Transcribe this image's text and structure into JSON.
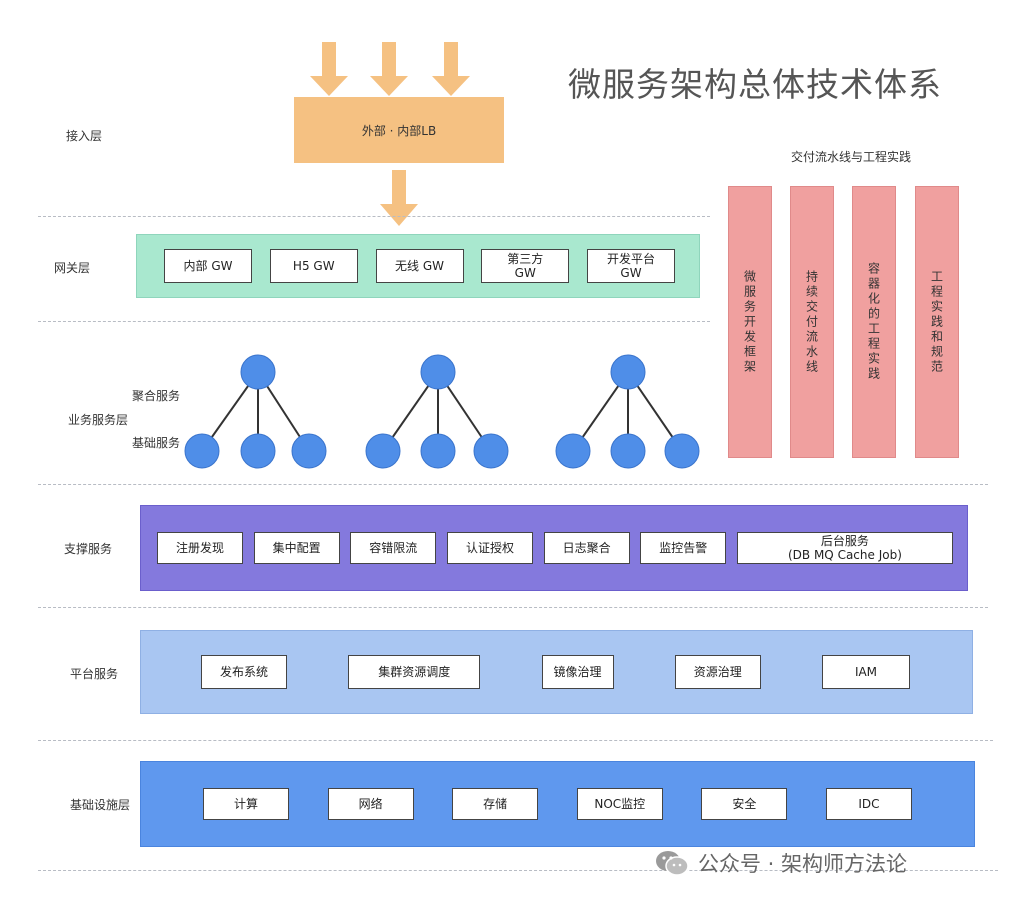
{
  "title": "微服务架构总体技术体系",
  "layers": {
    "access": "接入层",
    "gateway": "网关层",
    "business": "业务服务层",
    "support": "支撑服务",
    "platform": "平台服务",
    "infra": "基础设施层"
  },
  "lb_label": "外部 · 内部LB",
  "tree_labels": {
    "aggregate": "聚合服务",
    "basic": "基础服务"
  },
  "gateway_items": [
    "内部 GW",
    "H5 GW",
    "无线 GW",
    "第三方\nGW",
    "开发平台\nGW"
  ],
  "support_items": [
    "注册发现",
    "集中配置",
    "容错限流",
    "认证授权",
    "日志聚合",
    "监控告警",
    "后台服务\n(DB MQ Cache Job)"
  ],
  "platform_items": [
    "发布系统",
    "集群资源调度",
    "镜像治理",
    "资源治理",
    "IAM"
  ],
  "infra_items": [
    "计算",
    "网络",
    "存储",
    "NOC监控",
    "安全",
    "IDC"
  ],
  "pillars": {
    "title": "交付流水线与工程实践",
    "items": [
      "微服务开发框架",
      "持续交付流水线",
      "容器化的工程实践",
      "工程实践和规范"
    ]
  },
  "watermark": "公众号 · 架构师方法论",
  "colors": {
    "lb": "#f5c182",
    "gateway": "#a9e8cf",
    "support": "#8479dd",
    "platform": "#a9c6f2",
    "infra": "#5f98ee",
    "pillar": "#f0a09f",
    "node": "#4f8ee8"
  }
}
